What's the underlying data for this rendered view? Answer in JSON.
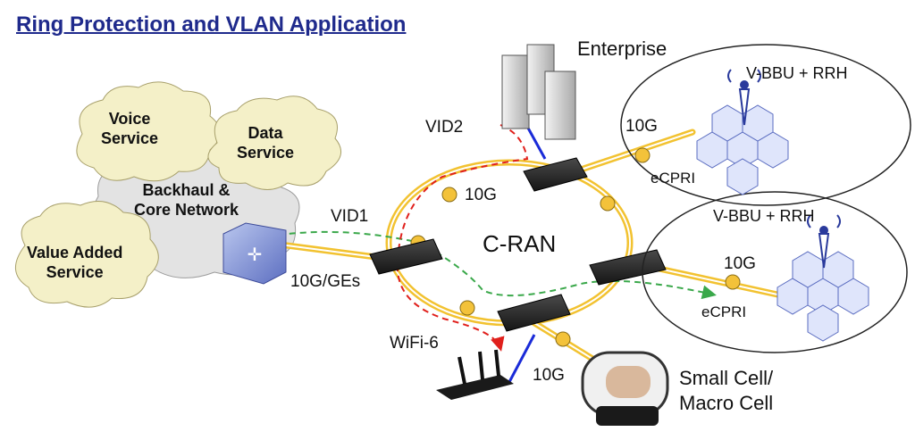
{
  "title": "Ring Protection and VLAN Application",
  "clouds": {
    "voice": "Voice\nService",
    "data": "Data\nService",
    "backhaul": "Backhaul &\nCore Network",
    "value_added": "Value Added\nService"
  },
  "labels": {
    "enterprise": "Enterprise",
    "vid2": "VID2",
    "vid1": "VID1",
    "ring": "C-RAN",
    "link_top": "10G",
    "link_left": "10G/GEs",
    "link_bbu1": "10G",
    "link_bbu2": "10G",
    "link_small": "10G",
    "ecpri1": "eCPRI",
    "ecpri2": "eCPRI",
    "bbu1": "V-BBU + RRH",
    "bbu2": "V-BBU + RRH",
    "wifi": "WiFi-6",
    "small_cell": "Small Cell/\nMacro Cell"
  },
  "colors": {
    "title": "#1f2a8c",
    "fiber": "#f2c230",
    "vid1_dash": "#3aa84a",
    "vid2_dash": "#e0201c",
    "access_link": "#1a2bd8",
    "cloud_fill": "#f4f0c8",
    "core_cloud_fill": "#e3e3e3"
  },
  "icons": [
    "switch-icon",
    "server-icon",
    "router-icon",
    "small-cell-icon",
    "antenna-icon",
    "optical-module-icon",
    "core-router-icon"
  ]
}
